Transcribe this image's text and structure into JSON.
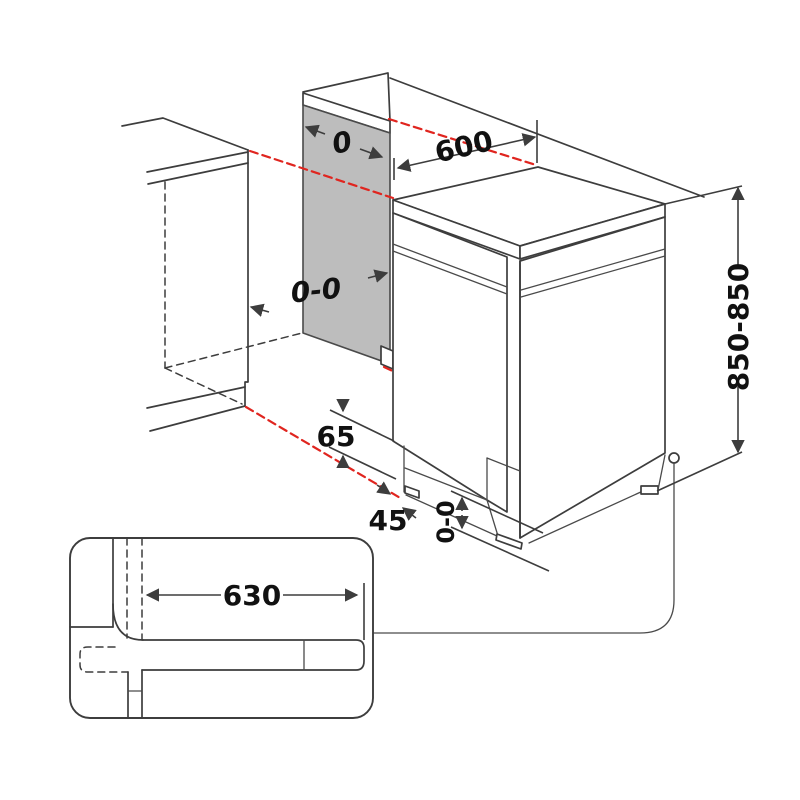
{
  "drawing": {
    "title": "appliance-installation-dimension-diagram",
    "labels": {
      "panel_gap_top": "0",
      "niche_width": "600",
      "side_gap": "0-0",
      "height_range": "850-850",
      "plinth_height": "65",
      "plinth_depth": "45",
      "feet_adjust": "0-0",
      "hose_distance": "630"
    },
    "colors": {
      "accent_red": "#e0251f",
      "panel_gray": "#bdbdbd",
      "line": "#3d3d3d",
      "text": "#111111",
      "background": "#ffffff"
    }
  }
}
